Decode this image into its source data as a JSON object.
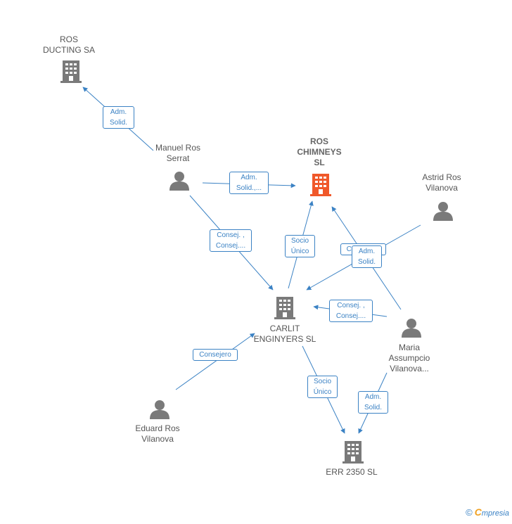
{
  "colors": {
    "edge": "#3b82c4",
    "company": "#7a7a7a",
    "highlight": "#f0582a",
    "person": "#7a7a7a"
  },
  "nodes": {
    "ros_ducting": {
      "label": "ROS\nDUCTING SA",
      "type": "company"
    },
    "ros_chimneys": {
      "label": "ROS\nCHIMNEYS\nSL",
      "type": "company-highlight"
    },
    "carlit": {
      "label": "CARLIT\nENGINYERS SL",
      "type": "company"
    },
    "err2350": {
      "label": "ERR 2350 SL",
      "type": "company"
    },
    "manuel": {
      "label": "Manuel Ros\nSerrat",
      "type": "person"
    },
    "astrid": {
      "label": "Astrid Ros\nVilanova",
      "type": "person"
    },
    "maria": {
      "label": "Maria\nAssumpcio\nVilanova...",
      "type": "person"
    },
    "eduard": {
      "label": "Eduard Ros\nVilanova",
      "type": "person"
    }
  },
  "edge_labels": {
    "manuel_ducting": "Adm.\nSolid.",
    "manuel_chimneys": "Adm.\nSolid.,...",
    "manuel_carlit": "Consej. ,\nConsej....",
    "carlit_chimneys": "Socio\nÚnico",
    "astrid_carlit": "Consej. ,...",
    "maria_chimneys": "Adm.\nSolid.",
    "maria_carlit": "Consej. ,\nConsej....",
    "eduard_carlit": "Consejero",
    "carlit_err": "Socio\nÚnico",
    "maria_err": "Adm.\nSolid."
  },
  "footer": {
    "copyright": "©",
    "brand_initial": "C",
    "brand_rest": "mpresia"
  }
}
